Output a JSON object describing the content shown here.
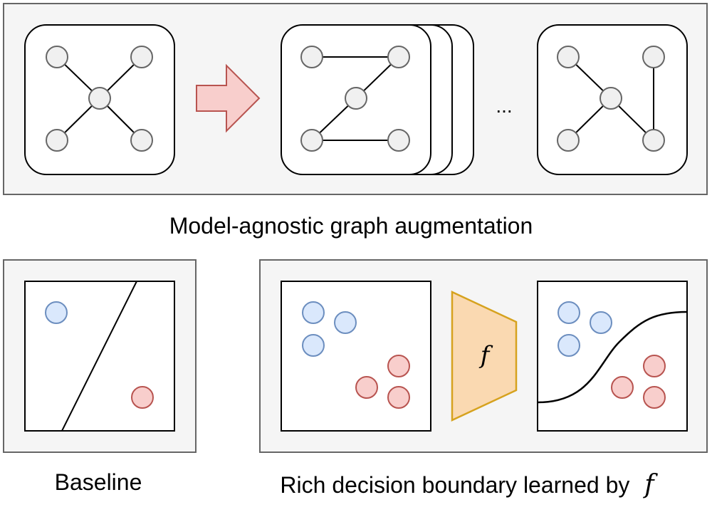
{
  "captions": {
    "top": "Model-agnostic graph augmentation",
    "baseline": "Baseline",
    "rich": "Rich decision boundary learned by",
    "rich_symbol": "f"
  },
  "ellipsis": "...",
  "model_symbol": "f",
  "colors": {
    "panel_fill": "#f5f5f5",
    "panel_stroke": "#666666",
    "node_fill": "#f0f0f0",
    "node_stroke": "#666666",
    "arrow_fill": "#f8cecc",
    "arrow_stroke": "#b85450",
    "blue_fill": "#dae8fc",
    "blue_stroke": "#6c8ebf",
    "red_fill": "#f8cecc",
    "red_stroke": "#b85450",
    "model_fill": "#fad9b1",
    "model_stroke": "#d6a21e"
  }
}
